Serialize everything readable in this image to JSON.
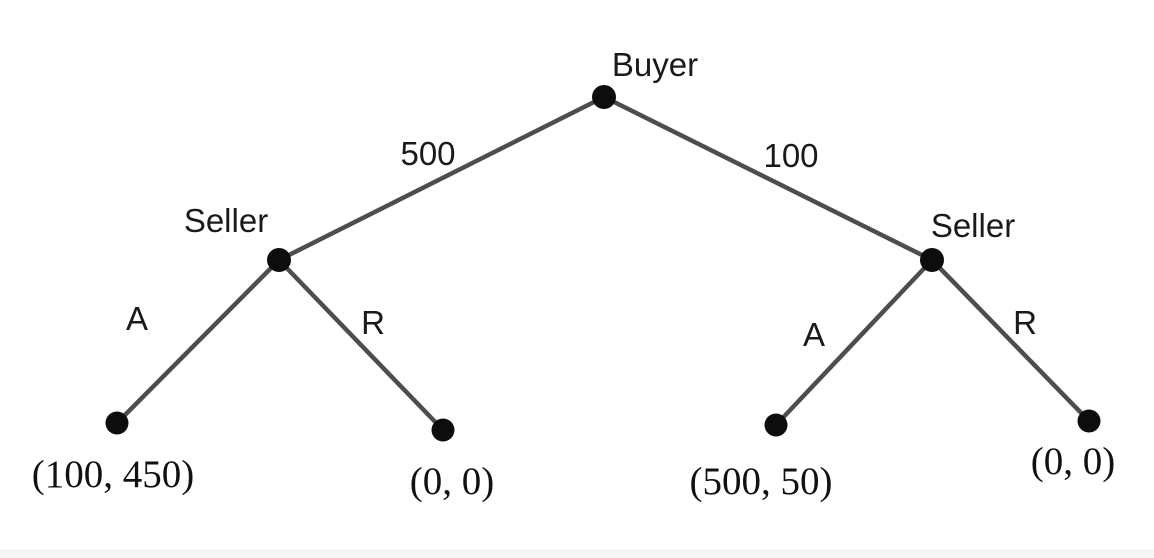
{
  "diagram": {
    "kind": "game-tree",
    "players": {
      "root_label": "Buyer",
      "left_decision_label": "Seller",
      "right_decision_label": "Seller"
    },
    "edges": {
      "root_left_label": "500",
      "root_right_label": "100",
      "left_accept_label": "A",
      "left_reject_label": "R",
      "right_accept_label": "A",
      "right_reject_label": "R"
    },
    "payoffs": {
      "left_accept": "(100, 450)",
      "left_reject": "(0, 0)",
      "right_accept": "(500, 50)",
      "right_reject": "(0, 0)"
    },
    "colors": {
      "edge": "#4d4d4d",
      "node": "#0d0d0d",
      "text": "#1a1a1a",
      "background": "#ffffff",
      "bottom_strip": "#f6f6f7"
    }
  }
}
